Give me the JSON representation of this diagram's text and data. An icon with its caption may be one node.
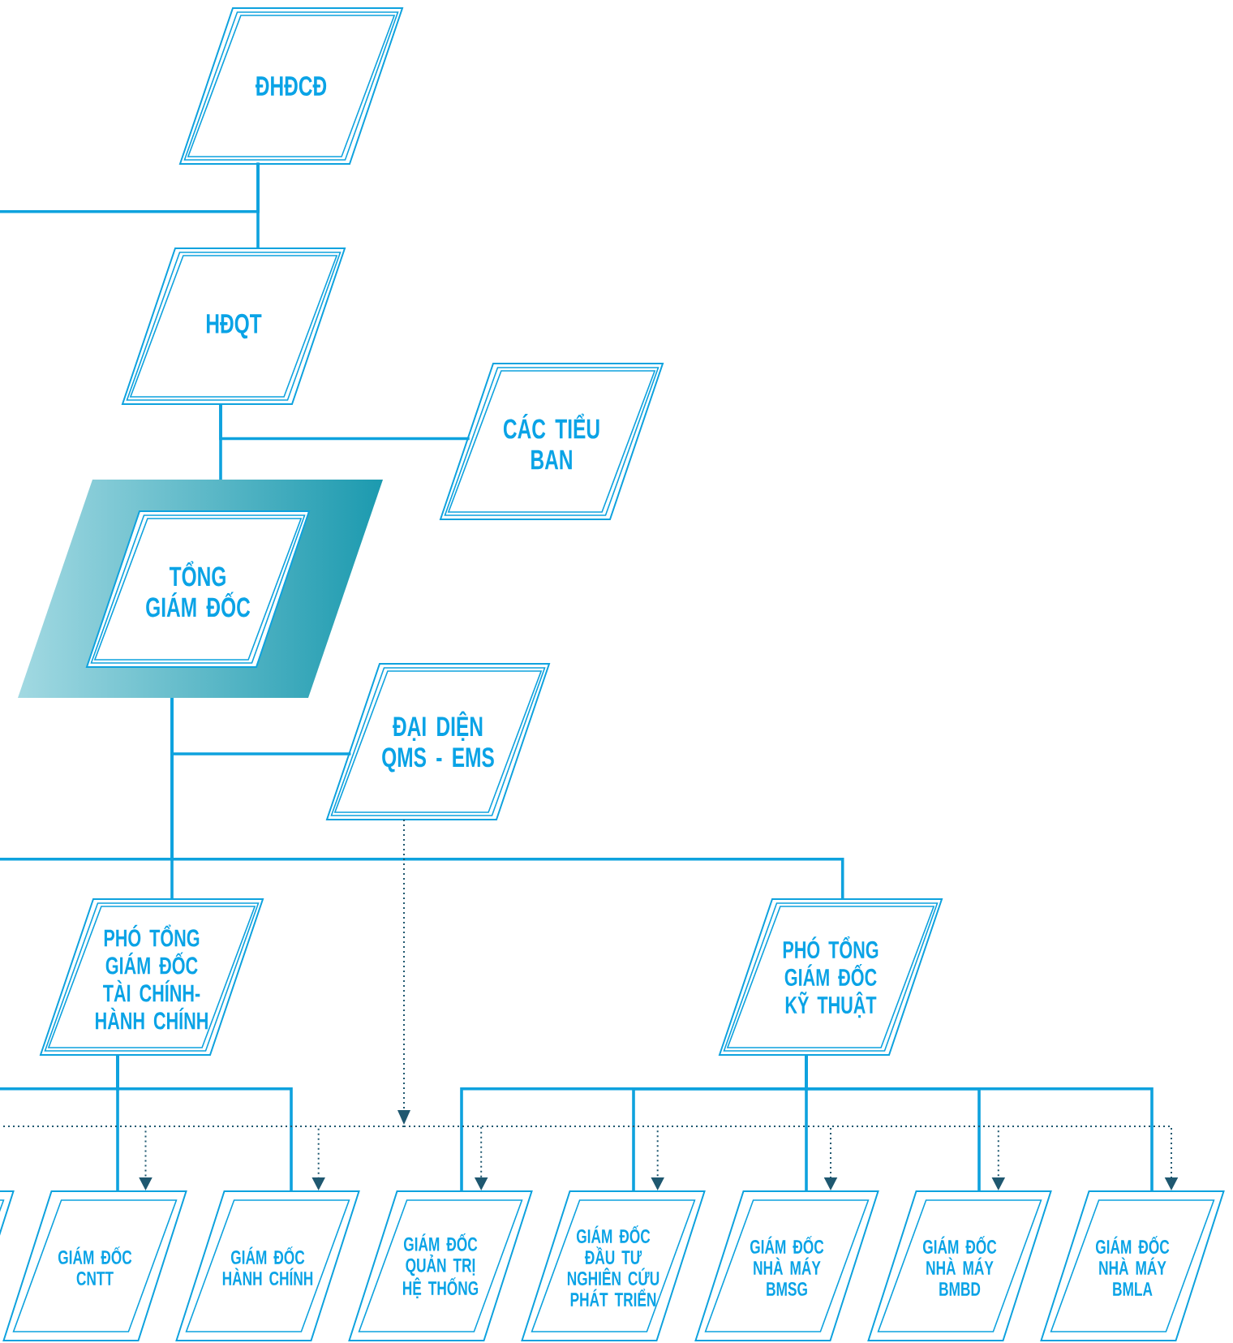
{
  "diagram": {
    "nodes": [
      {
        "text": [
          "ĐHĐCĐ"
        ]
      },
      {
        "text": [
          "HĐQT"
        ]
      },
      {
        "text": [
          "CÁC TIỂU BAN"
        ]
      },
      {
        "text": [
          "TỔNG GIÁM ĐỐC"
        ]
      },
      {
        "text": [
          "ĐẠI DIỆN QMS - EMS"
        ]
      },
      {
        "text": [
          "PHÓ TỔNG GIÁM ĐỐC TÀI CHÍNH- HÀNH CHÍNH"
        ]
      },
      {
        "text": [
          "PHÓ TỔNG GIÁM ĐỐC KỸ THUẬT"
        ]
      },
      {
        "text": [],
        "shape": "box"
      },
      {
        "text": [
          "GIÁM ĐỐC CNTT"
        ]
      },
      {
        "text": [
          "GIÁM ĐỐC HÀNH CHÍNH"
        ]
      },
      {
        "text": [
          "GIÁM ĐỐC QUẢN TRỊ HỆ THỐNG"
        ]
      },
      {
        "text": [
          "GIÁM ĐỐC ĐẦU TƯ NGHIÊN CỨU PHÁT TRIỂN"
        ]
      },
      {
        "text": [
          "GIÁM ĐỐC NHÀ MÁY BMSG"
        ]
      },
      {
        "text": [
          "GIÁM ĐỐC NHÀ MÁY BMBD"
        ]
      },
      {
        "text": [
          "GIÁM ĐỐC NHÀ MÁY BMLA"
        ]
      }
    ],
    "edges": [
      {
        "from": 0,
        "to": 1,
        "arrow": "none"
      },
      {
        "from": 0,
        "to": null,
        "arrow": "none"
      },
      {
        "from": 1,
        "to": 3,
        "arrow": "none"
      },
      {
        "from": 1,
        "to": 2,
        "arrow": "none"
      },
      {
        "from": 3,
        "to": 4,
        "arrow": "none"
      },
      {
        "from": 3,
        "to": 5,
        "arrow": "none"
      },
      {
        "from": 3,
        "to": 6,
        "arrow": "none"
      },
      {
        "from": 3,
        "to": null,
        "arrow": "none"
      },
      {
        "from": 5,
        "to": 8,
        "arrow": "none"
      },
      {
        "from": 5,
        "to": 9,
        "arrow": "none"
      },
      {
        "from": 5,
        "to": null,
        "arrow": "none"
      },
      {
        "from": 6,
        "to": 10,
        "arrow": "none"
      },
      {
        "from": 6,
        "to": 11,
        "arrow": "none"
      },
      {
        "from": 6,
        "to": 12,
        "arrow": "none"
      },
      {
        "from": 6,
        "to": 13,
        "arrow": "none"
      },
      {
        "from": 6,
        "to": 14,
        "arrow": "none"
      },
      {
        "from": 4,
        "to": 8,
        "arrow": "to",
        "style": "dashed",
        "color": "#1f5870"
      },
      {
        "from": 4,
        "to": 9,
        "arrow": "to",
        "style": "dashed",
        "color": "#1f5870"
      },
      {
        "from": 4,
        "to": 10,
        "arrow": "to",
        "style": "dashed",
        "color": "#1f5870"
      },
      {
        "from": 4,
        "to": 11,
        "arrow": "to",
        "style": "dashed",
        "color": "#1f5870"
      },
      {
        "from": 4,
        "to": 12,
        "arrow": "to",
        "style": "dashed",
        "color": "#1f5870"
      },
      {
        "from": 4,
        "to": 13,
        "arrow": "to",
        "style": "dashed",
        "color": "#1f5870"
      },
      {
        "from": 4,
        "to": 14,
        "arrow": "to",
        "style": "dashed",
        "color": "#1f5870"
      },
      {
        "from": 4,
        "to": null,
        "arrow": "none",
        "style": "dashed",
        "color": "#1f5870"
      }
    ]
  }
}
